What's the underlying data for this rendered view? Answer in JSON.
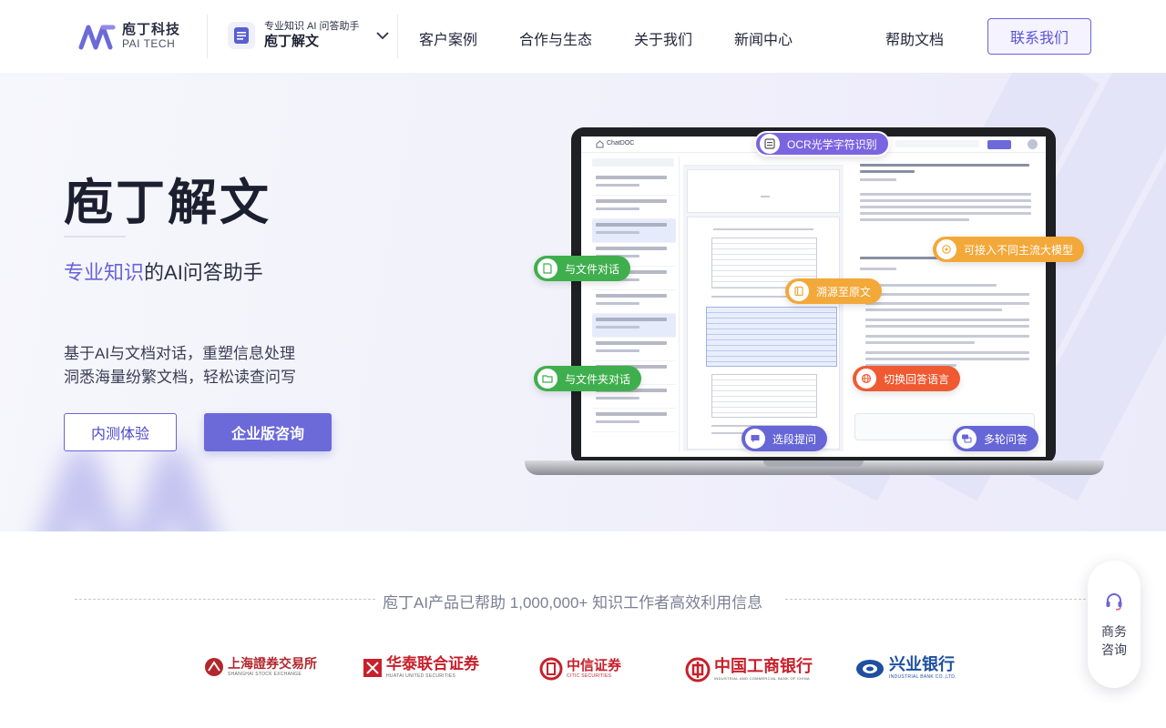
{
  "header": {
    "logo_cn": "庖丁科技",
    "logo_en": "PAI TECH",
    "product_subtitle": "专业知识 AI 问答助手",
    "product_name": "庖丁解文",
    "nav": [
      "客户案例",
      "合作与生态",
      "关于我们",
      "新闻中心"
    ],
    "help": "帮助文档",
    "contact": "联系我们"
  },
  "hero": {
    "title": "庖丁解文",
    "subtitle_highlight": "专业知识",
    "subtitle_rest": "的AI问答助手",
    "desc_line1": "基于AI与文档对话，重塑信息处理",
    "desc_line2": "洞悉海量纷繁文档，轻松读查问写",
    "btn_beta": "内测体验",
    "btn_enterprise": "企业版咨询",
    "accent_color": "#6b6ad8"
  },
  "app_mock": {
    "brand": "ChatDOC",
    "features": {
      "ocr": "OCR光学字符识别",
      "file_chat": "与文件对话",
      "folder_chat": "与文件夹对话",
      "source": "溯源至原文",
      "models": "可接入不同主流大模型",
      "language": "切换回答语言",
      "select_ask": "选段提问",
      "multi_turn": "多轮问答"
    }
  },
  "stats": {
    "text": "庖丁AI产品已帮助 1,000,000+ 知识工作者高效利用信息"
  },
  "partners": [
    {
      "cn": "上海證券交易所",
      "en": "SHANGHAI STOCK EXCHANGE",
      "color": "#b3262b"
    },
    {
      "cn": "华泰联合证券",
      "en": "HUATAI UNITED SECURITIES",
      "color": "#c8202b"
    },
    {
      "cn": "中信证券",
      "en": "CITIC SECURITIES",
      "color": "#c8202b"
    },
    {
      "cn": "中国工商银行",
      "en": "INDUSTRIAL AND COMMERCIAL BANK OF CHINA",
      "color": "#c8202b"
    },
    {
      "cn": "兴业银行",
      "en": "INDUSTRIAL BANK CO.,LTD.",
      "color": "#1e4fa0"
    }
  ],
  "float": {
    "label": "商务咨询",
    "icon": "headset-icon"
  }
}
